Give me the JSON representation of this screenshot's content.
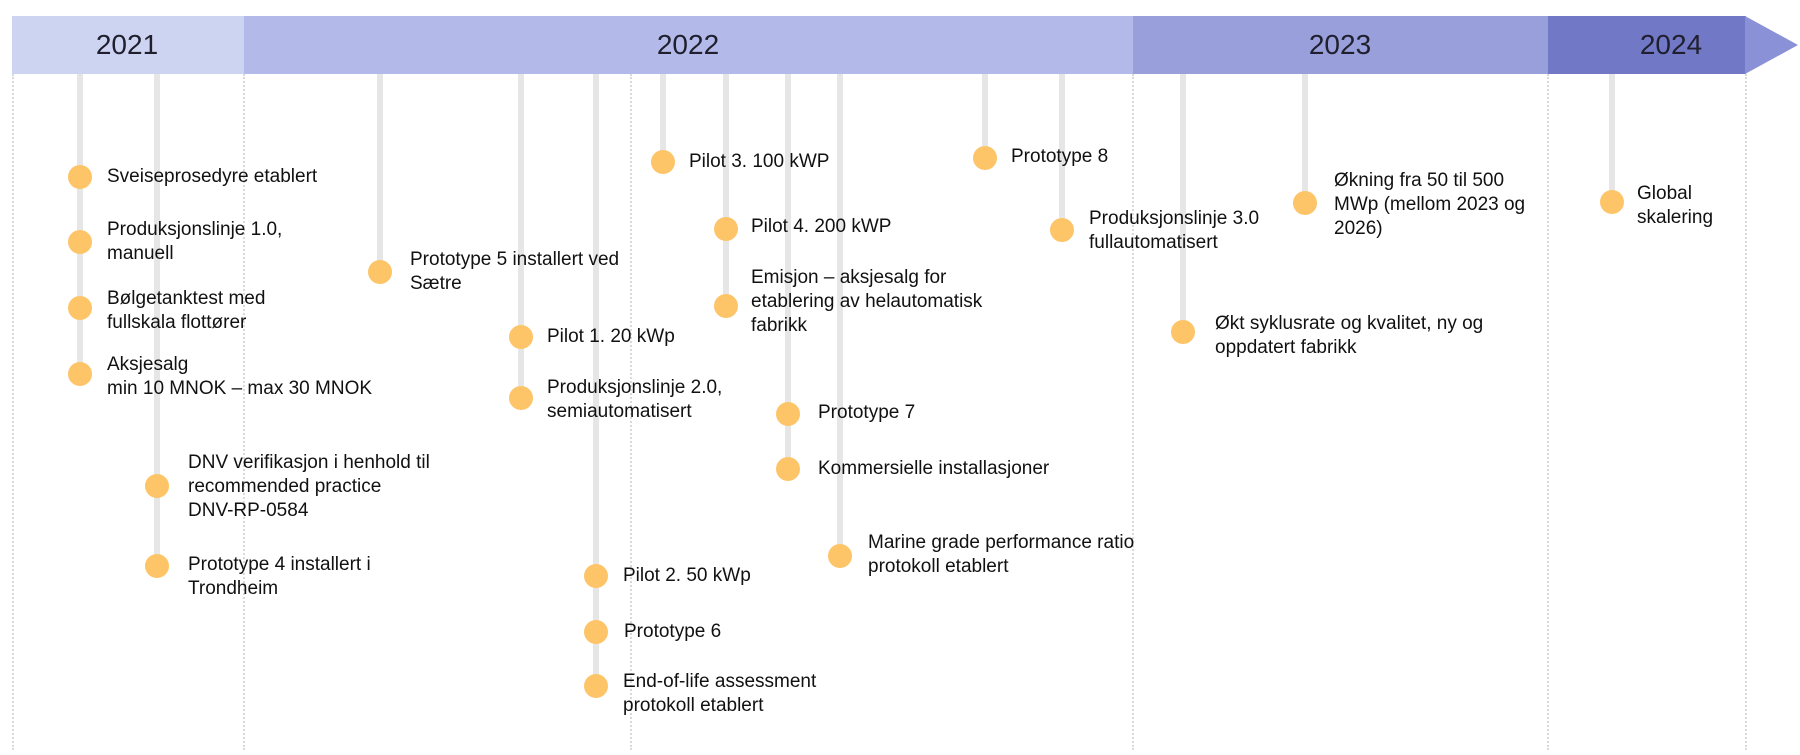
{
  "colors": {
    "band_2021": "#cdd4f2",
    "band_2022": "#b3b9e8",
    "band_2023": "#989fdb",
    "band_2024": "#7179c7",
    "arrow_tip": "#8a91d6",
    "dot": "#fdc468",
    "stem": "#e6e6e6",
    "divider": "#d9d9d9"
  },
  "years": [
    {
      "label": "2021"
    },
    {
      "label": "2022"
    },
    {
      "label": "2023"
    },
    {
      "label": "2024"
    }
  ],
  "milestones": [
    {
      "id": "sveiseprosedyre",
      "text": "Sveiseprosedyre etablert"
    },
    {
      "id": "produksjonslinje-1",
      "text": "Produksjonslinje 1.0,\nmanuell"
    },
    {
      "id": "bolgetanktest",
      "text": "Bølgetanktest med\nfullskala flottører"
    },
    {
      "id": "aksjesalg",
      "text": "Aksjesalg\nmin 10 MNOK – max 30 MNOK"
    },
    {
      "id": "dnv-verifikasjon",
      "text": "DNV verifikasjon i henhold til\nrecommended practice\nDNV-RP-0584"
    },
    {
      "id": "prototype-4",
      "text": "Prototype 4 installert i\nTrondheim"
    },
    {
      "id": "prototype-5",
      "text": "Prototype 5 installert ved\nSætre"
    },
    {
      "id": "pilot-1",
      "text": "Pilot 1. 20 kWp"
    },
    {
      "id": "produksjonslinje-2",
      "text": "Produksjonslinje 2.0,\nsemiautomatisert"
    },
    {
      "id": "pilot-2",
      "text": "Pilot 2. 50 kWp"
    },
    {
      "id": "prototype-6",
      "text": "Prototype 6"
    },
    {
      "id": "end-of-life",
      "text": "End-of-life assessment\nprotokoll etablert"
    },
    {
      "id": "pilot-3",
      "text": "Pilot 3. 100 kWP"
    },
    {
      "id": "pilot-4",
      "text": "Pilot 4. 200 kWP"
    },
    {
      "id": "emisjon",
      "text": "Emisjon – aksjesalg for\netablering av helautomatisk\nfabrikk"
    },
    {
      "id": "prototype-7",
      "text": "Prototype 7"
    },
    {
      "id": "kommersielle",
      "text": "Kommersielle installasjoner"
    },
    {
      "id": "marine-grade",
      "text": "Marine grade performance ratio\nprotokoll etablert"
    },
    {
      "id": "prototype-8",
      "text": "Prototype 8"
    },
    {
      "id": "produksjonslinje-3",
      "text": "Produksjonslinje 3.0\nfullautomatisert"
    },
    {
      "id": "okt-syklusrate",
      "text": "Økt syklusrate og kvalitet, ny og\noppdatert fabrikk"
    },
    {
      "id": "okning",
      "text": "Økning fra 50 til 500\nMWp (mellom 2023 og\n2026)"
    },
    {
      "id": "global",
      "text": "Global\nskalering"
    }
  ]
}
